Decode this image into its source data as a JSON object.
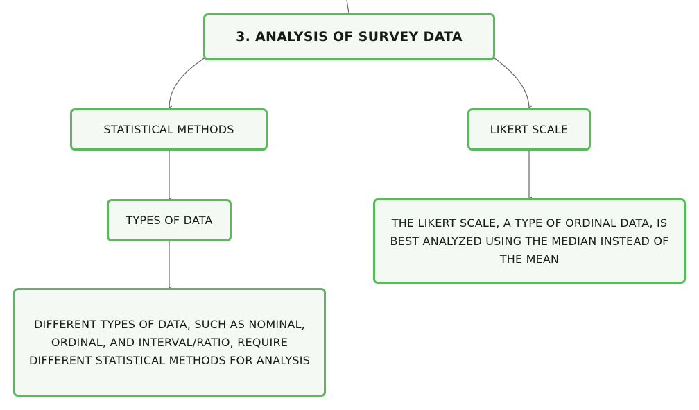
{
  "root": {
    "label": "3. ANALYSIS OF SURVEY DATA"
  },
  "branches": {
    "left": {
      "label": "STATISTICAL METHODS",
      "child": {
        "label": "TYPES OF DATA",
        "detail": "DIFFERENT TYPES OF DATA, SUCH AS NOMINAL, ORDINAL, AND INTERVAL/RATIO, REQUIRE DIFFERENT STATISTICAL METHODS FOR ANALYSIS"
      }
    },
    "right": {
      "label": "LIKERT SCALE",
      "detail": "THE LIKERT SCALE, A TYPE OF ORDINAL DATA, IS BEST ANALYZED USING THE MEDIAN INSTEAD OF THE MEAN"
    }
  },
  "colors": {
    "node_border": "#5cb85c",
    "node_fill": "#f4f9f3",
    "connector": "#555555"
  }
}
